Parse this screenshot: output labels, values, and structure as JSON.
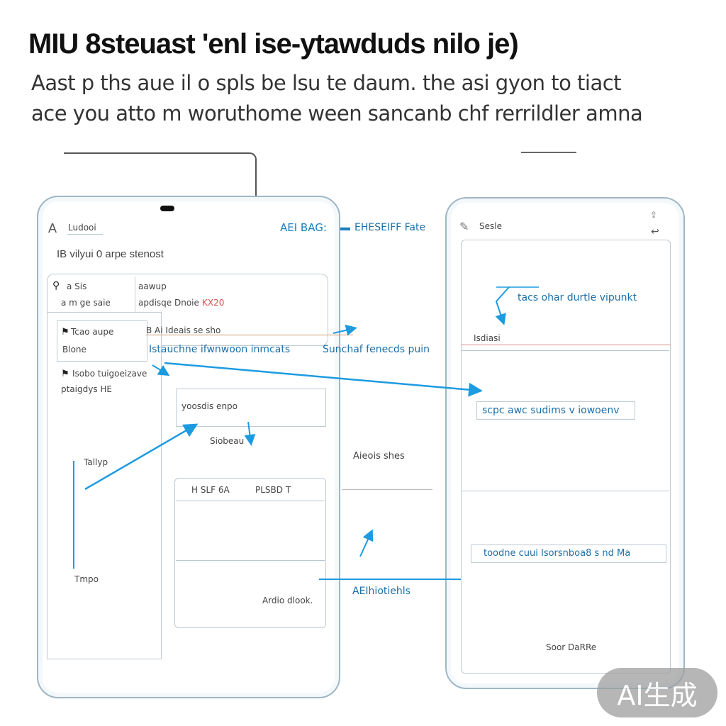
{
  "header": {
    "title": "MIU 8steuast 'enl ise-ytawduds nilo   je)",
    "subtitle_line1": "Aast p ths aue il o spls be lsu te daum. the asi gyon to tiact",
    "subtitle_line2": "ace you atto m woruthome ween sancanb chf rerrildler amna"
  },
  "left_phone": {
    "top_left_label": "Ludooi",
    "top_right_label": "AEI BAG:",
    "section_title": "IB vilyui 0 arpe stenost",
    "row1_left": "a Sis",
    "row1_right": "aawup",
    "row2_left": "a m ge saie",
    "row2_right": "apdisqe Dnoie",
    "row2_right_red": "KX20",
    "item1": "Tcao aupe",
    "item2": "Blone",
    "item3": "Isobo tuigoeizave",
    "item4": "ptaigdys HE",
    "field_tag": "B  Ai Ideais  se sho",
    "callout_inline": "Istauchne ifwnwoon inmcats",
    "box1_text": "yoosdis enpo",
    "box1_sub": "Siobeau",
    "side_label1": "Tallyp",
    "side_label2": "Tmpo",
    "table_h1": "H SLF 6A",
    "table_h2": "PLSBD T",
    "footer_text": "Ardio dlook."
  },
  "middle": {
    "tab_label": "EHESEIFF Fate",
    "callout_mid": "Sunchaf fenecds puin",
    "note": "Aieois shes",
    "bottom_callout": "AEIhiotiehls"
  },
  "right_phone": {
    "top_label": "Sesle",
    "callout1": "tacs ohar durtle vipunkt",
    "small_label": "Isdiasi",
    "callout2": "scpc awc sudims v iowoenv",
    "callout3": "toodne cuui Isorsnboa8 s nd Ma",
    "footer": "Soor DaRRe"
  },
  "watermark": "AI生成",
  "colors": {
    "accent": "#1c9be0",
    "phone_border": "#9fb6c6",
    "red_mark": "#d94b4b"
  }
}
